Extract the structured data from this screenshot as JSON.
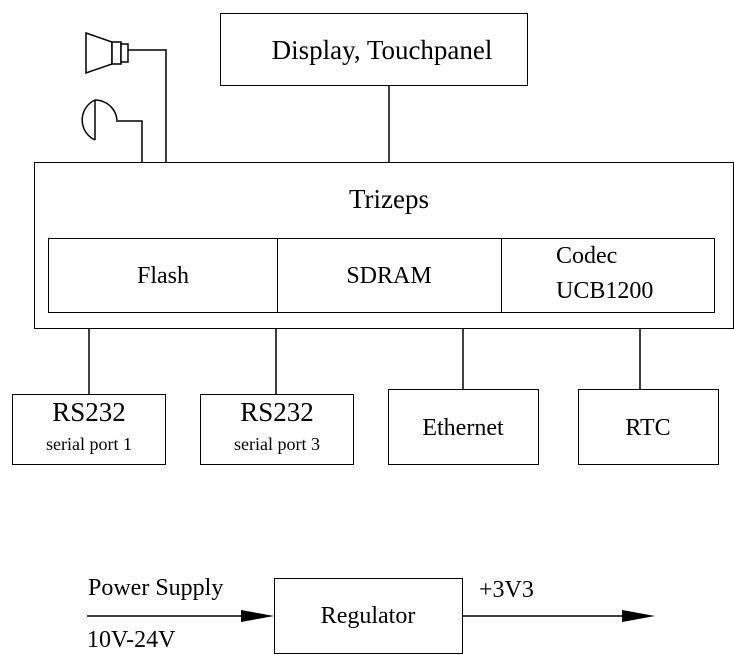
{
  "diagram": {
    "display_box": "Display, Touchpanel",
    "trizeps": {
      "title": "Trizeps",
      "flash": "Flash",
      "sdram": "SDRAM",
      "codec_line1": "Codec",
      "codec_line2": "UCB1200"
    },
    "peripherals": {
      "rs232_1_title": "RS232",
      "rs232_1_sub": "serial port 1",
      "rs232_3_title": "RS232",
      "rs232_3_sub": "serial port 3",
      "ethernet": "Ethernet",
      "rtc": "RTC"
    },
    "power": {
      "input_label": "Power Supply",
      "input_range": "10V-24V",
      "regulator": "Regulator",
      "output_label": "+3V3"
    },
    "icons": [
      "speaker-icon",
      "microphone-icon",
      "arrow-right-icon"
    ]
  }
}
